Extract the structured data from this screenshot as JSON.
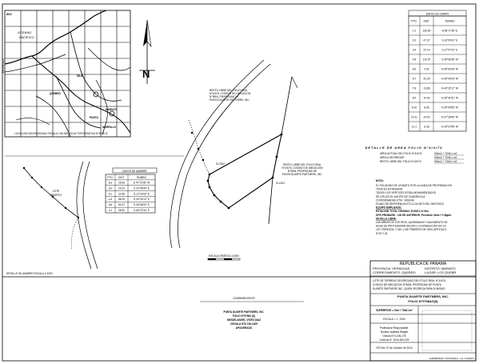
{
  "location_map": {
    "corner_label": "602",
    "ocean_label_1": "OCÉANO",
    "ocean_label_2": "PACÍFICO",
    "places": [
      "QUEBRO",
      "PUNTA",
      "MARIATO",
      "MORRILLO",
      "ISLA"
    ],
    "side_label": "SIN ESCALA",
    "caption": "LOCALIZACION REGIONAL ESCALA 1:50,000, HOJA TOPOGRAFICA N°4039-IV"
  },
  "north": {
    "letter": "N"
  },
  "datos_campo": {
    "title": "DATOS DE CAMPO",
    "headers": [
      "PTO.",
      "DIST.",
      "RUMBO"
    ],
    "rows": [
      [
        "1-2",
        "126.90",
        "N 66°17'30\" E"
      ],
      [
        "2-3",
        "47.37",
        "S 16°00'41\" E"
      ],
      [
        "3-4",
        "37.14",
        "S 17°07'01\" E"
      ],
      [
        "4-5",
        "110.57",
        "S 49°06'35\" W"
      ],
      [
        "5-6",
        "0.52",
        "N 49°42'05\" W"
      ],
      [
        "6-7",
        "42.25",
        "N 49°42'05\" W"
      ],
      [
        "7-8",
        "13.86",
        "N 43°22'17\" W"
      ],
      [
        "8-9",
        "10.40",
        "N 39°41'51\" W"
      ],
      [
        "9-10",
        "8.66",
        "N 29°40'55\" W"
      ],
      [
        "10-11",
        "14.90",
        "N 27°28'45\" W"
      ],
      [
        "11-1",
        "6.28",
        "N 15°27'55\" W"
      ]
    ]
  },
  "area": {
    "title": "DETALLE DE AREA FOLIO N°4/4/74",
    "rows": [
      [
        "AREA ACTUAL DEL FOLIO N°4/4/74",
        "004m2 + 7046.1 m2"
      ],
      [
        "AREA a SEGREGAR",
        "004m2 + 7046.1 m2"
      ],
      [
        "RESTO LIBRE DEL FOLIO N°4/4/74",
        "004m2 + 7046.1 m2"
      ]
    ]
  },
  "notes": {
    "title": "NOTA:",
    "lines": [
      "EL POLIGONO SE LEVANTO POR LA LINEA DE PROPIEDAD EN",
      "TODA SU EXTENSION",
      "TODOS LOS VERTICES ESTAN MONUMENTADOS",
      "SE UTILIZO EL MOJITE DE CUADRICULA",
      "COORDENADAS UTM - WGS-84",
      "PLANO DE REFERENCIA N°2-11-04-0873 DEL 28/07/2015",
      "EQUIPO EMPLEADO:",
      "ESTACION TOTAL GEOMAX ZOOM 1 to 9ss.",
      "GPS PROMARK - 100 DE ANTERIOR, Precision 3mm + 0.5ppm.",
      "DETALLE LIBRE:",
      "LAS AREAS DE LOS RIOS, QUEBRADAS Y NACIMIENTO DE",
      "AGUA SE PROTEGERAN SEGUN LO ESTABLECIDO EN LA",
      "LEY FORESTAL Y DEL 3 DE FEBRERO DE 1994, ARTICULO",
      "N°23 Y 24."
    ]
  },
  "parcel_labels": {
    "resto_top": [
      "RESTO LIBRE DEL FOLIO REAL",
      "N°4/4/74, CODIGO DE UBICACION",
      "N°9804, PROPIEDAD DE",
      "PUNTA DUARTE PARTNERS, INC."
    ],
    "resto_right": [
      "RESTO LIBRE DEL FOLIO REAL",
      "N°4/4/74, CODIGO DE UBICACION",
      "N°9804, PROPIEDAD DE",
      "PUNTA DUARTE PARTNERS, INC."
    ],
    "point_a": "S=1001",
    "point_b": "S=1002",
    "scale_text": "ESCALA GRÁFICA 1:2000"
  },
  "amarre": {
    "title": "DATOS DE AMARRE",
    "headers": [
      "PTO.",
      "DIST.",
      "RUMBO"
    ],
    "rows": [
      [
        "8-a",
        "26.06",
        "S 70°14'39\" W"
      ],
      [
        "a-b",
        "23.10",
        "S 20°46'44\" E"
      ],
      [
        "b-c",
        "22.98",
        "S 12°18'00\" E"
      ],
      [
        "c-d",
        "58.26",
        "S 40°16'13\" E"
      ],
      [
        "d-e",
        "64.37",
        "S 46°56'00\" E"
      ],
      [
        "e-f",
        "28.92",
        "S 66°22'34\" E"
      ]
    ],
    "lot_label": [
      "LOTE",
      "ABIERTO"
    ],
    "caption": "DETALLE DE AMARRE  ESCALA 1:2000"
  },
  "title_block": {
    "republica": "REPUBLICA   DE   PANAMA",
    "provincia": "PROVINCIA: VERAGUAS",
    "distrito": "DISTRITO: MARIATO",
    "corregimiento": "CORREGIMIENTO: QUEBRO",
    "lugar": "LUGAR: LOS QUEBR",
    "description": [
      "LOTE DE TERRENO SEGREGADO DEL FOLIO REAL N°4/4/74,",
      "CODIGO DE UBICACION N°9804, PROPIEDAD DE PUNTA",
      "DUARTE PARTNERS INC, QUIEN SEGREGA PARA SI MISMO."
    ],
    "owner": "PUNTA DUARTE PARTNERS, INC.",
    "folio": "FOLIO N°97984/1(8)",
    "superficie": "SUPERFICIE = 0ha + 7046.1m²",
    "escala": "ESCALA = 1 : 2000",
    "agrimensor": [
      "Profesional Responsable:",
      "Nombre Apellido Registr",
      "Cédula N°4-106-175",
      "Licencia N° 2016-004-029"
    ],
    "fecha": "FECHA: 07 de Octubre de 2016",
    "bottom_note": "AGRIMENSOR / TOPOGRAFO - LIC. N-0000/72"
  },
  "comparece": {
    "label": "COMPARECIENTE",
    "lines": [
      "PUNTA DUARTE PARTNERS, INC.",
      "FOLIO N°97984 (S)",
      "MIGUELANGEL VIVES DIAZ",
      "CEDULA N°8-736-1405",
      "APODERADO"
    ]
  }
}
